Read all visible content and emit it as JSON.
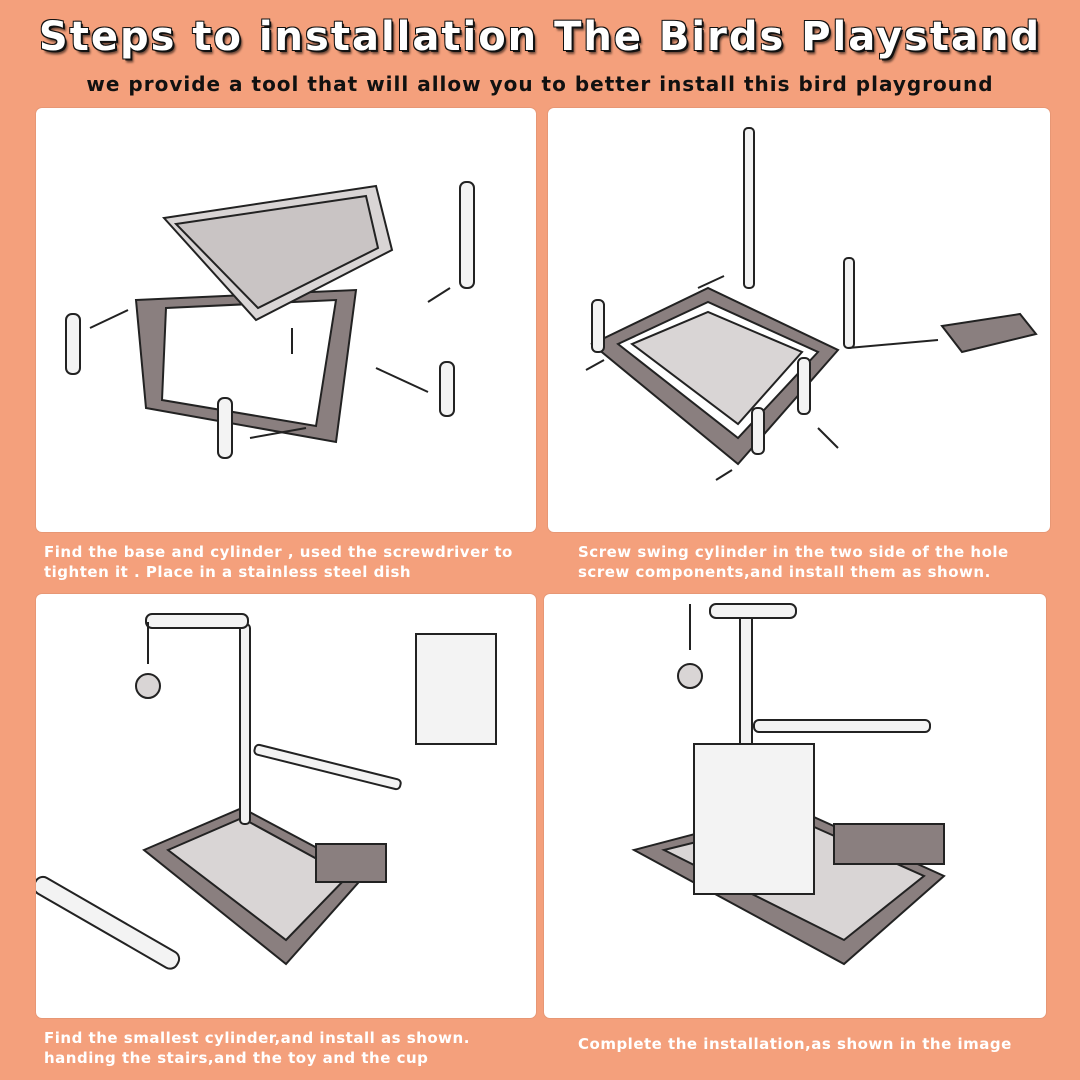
{
  "header": {
    "title": "Steps to installation The Birds Playstand",
    "subtitle": "we provide a tool that will allow you to better install this bird playground"
  },
  "steps": [
    {
      "caption_line1": "Find the base and cylinder , used the screwdriver to",
      "caption_line2": "tighten it . Place in a stainless steel dish"
    },
    {
      "caption_line1": "Screw swing cylinder in the two side of the hole",
      "caption_line2": "screw components,and install them as shown."
    },
    {
      "caption_line1": "Find the smallest cylinder,and install as shown.",
      "caption_line2": "handing the stairs,and the toy and the cup"
    },
    {
      "caption_line1": "Complete the installation,as shown in the image",
      "caption_line2": ""
    }
  ],
  "colors": {
    "background": "#f4a07c",
    "panel": "#ffffff",
    "wood": "#8a7f7f",
    "tray": "#d9d5d5"
  }
}
